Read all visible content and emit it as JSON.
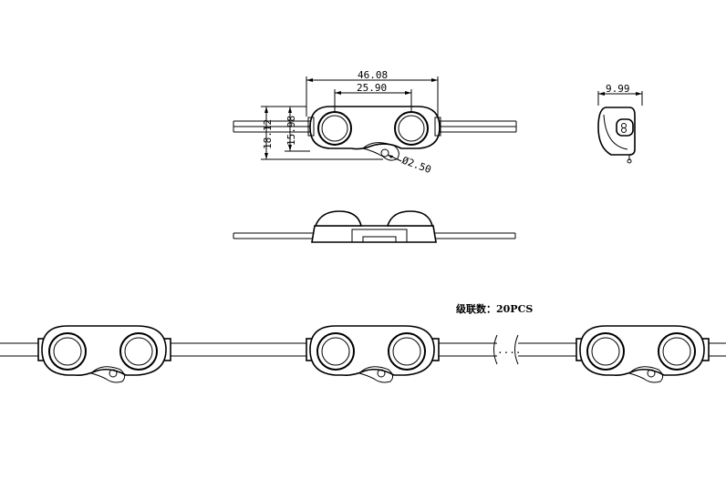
{
  "dimensions": {
    "overall_length": "46.08",
    "lens_spacing": "25.90",
    "overall_height": "18.12",
    "body_height": "15.98",
    "hole_diameter": "Ø2.50",
    "side_width": "9.99"
  },
  "chain_note": "级联数：20PCS"
}
